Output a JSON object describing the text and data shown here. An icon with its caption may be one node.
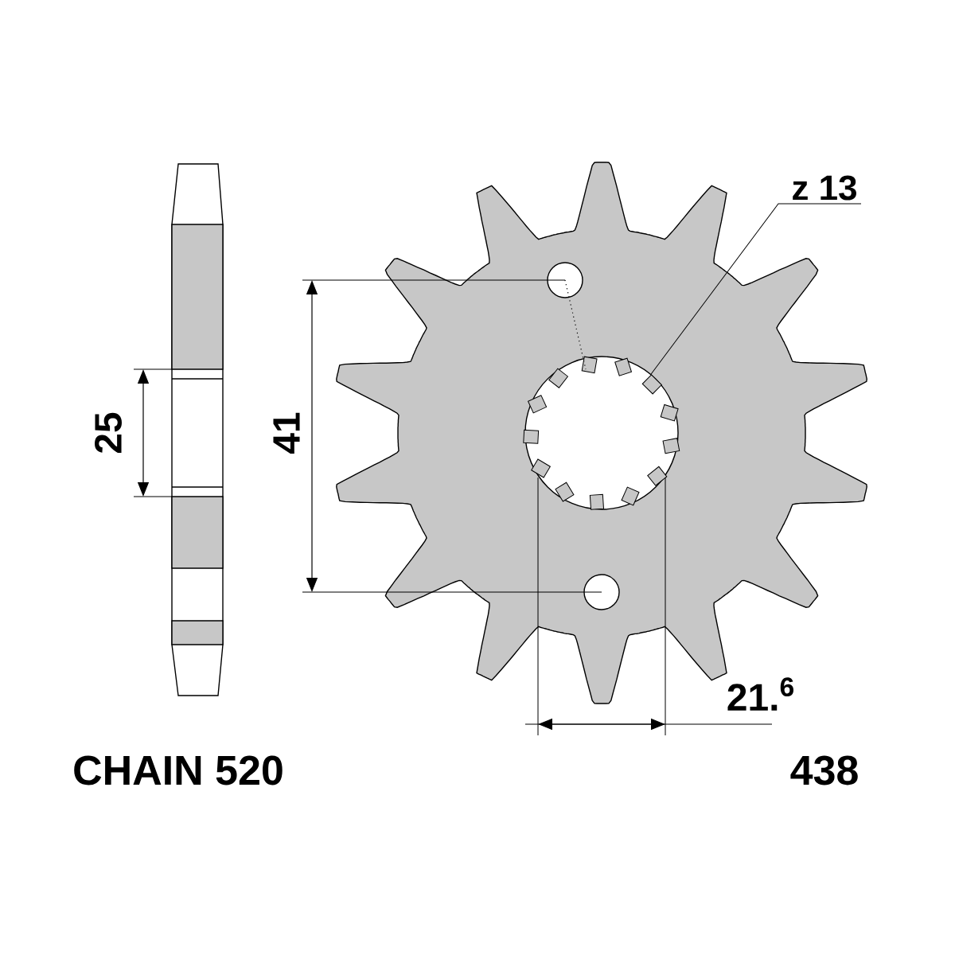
{
  "diagram": {
    "nodes": [
      {
        "text": [
          "z 13"
        ]
      },
      {
        "text": [],
        "shape": "circle"
      }
    ],
    "edges": [
      {
        "from": 0,
        "to": 1,
        "arrow": "none"
      }
    ],
    "labels": [
      "25",
      "41",
      "21.$^{6}$",
      "CHAIN 520",
      "438"
    ]
  }
}
